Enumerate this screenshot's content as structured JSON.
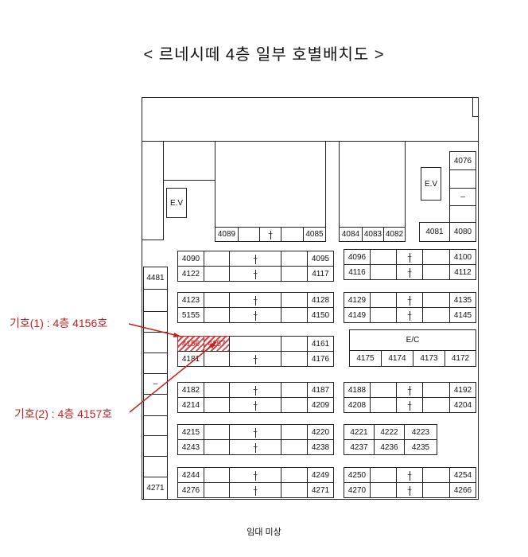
{
  "title": "< 르네시떼 4층 일부 호별배치도 >",
  "footer": "임대 미상",
  "annotations": [
    {
      "label": "기호(1) : 4층 4156호",
      "target": "4156"
    },
    {
      "label": "기호(2) : 4층 4157호",
      "target": "4157"
    }
  ],
  "colors": {
    "highlight": "#c8201e",
    "line": "#222222"
  },
  "elevators": [
    "E.V",
    "E.V"
  ],
  "escalator": "E/C",
  "top_units": {
    "block_a": [
      "4089",
      "",
      "~",
      "",
      "4085"
    ],
    "block_b": [
      "4084",
      "4083",
      "4082"
    ],
    "right_column": [
      "4076",
      "",
      "–",
      ""
    ],
    "right_bottom": [
      "4081",
      "4080"
    ]
  },
  "left_column": [
    "4481",
    "",
    "",
    "",
    "",
    "–",
    "",
    "",
    "",
    "",
    "4271"
  ],
  "blocks": [
    {
      "rows": [
        [
          "4090",
          "",
          "~",
          "",
          "4095"
        ],
        [
          "4122",
          "",
          "~",
          "",
          "4117"
        ]
      ]
    },
    {
      "rows": [
        [
          "4096",
          "",
          "~",
          "",
          "4100"
        ],
        [
          "4116",
          "",
          "~",
          "",
          "4112"
        ]
      ]
    },
    {
      "rows": [
        [
          "4123",
          "",
          "~",
          "",
          "4128"
        ],
        [
          "5155",
          "",
          "~",
          "",
          "4150"
        ]
      ]
    },
    {
      "rows": [
        [
          "4129",
          "",
          "~",
          "",
          "4135"
        ],
        [
          "4149",
          "",
          "~",
          "",
          "4145"
        ]
      ]
    },
    {
      "rows": [
        [
          "4156",
          "4157",
          "",
          "",
          "4161"
        ],
        [
          "4181",
          "",
          "~",
          "",
          "4176"
        ]
      ],
      "highlighted": [
        "4156",
        "4157"
      ]
    },
    {
      "rows": [
        [
          "4175",
          "4174",
          "4173",
          "4172"
        ]
      ]
    },
    {
      "rows": [
        [
          "4182",
          "",
          "~",
          "",
          "4187"
        ],
        [
          "4214",
          "",
          "~",
          "",
          "4209"
        ]
      ]
    },
    {
      "rows": [
        [
          "4188",
          "",
          "~",
          "",
          "4192"
        ],
        [
          "4208",
          "",
          "~",
          "",
          "4204"
        ]
      ]
    },
    {
      "rows": [
        [
          "4215",
          "",
          "~",
          "",
          "4220"
        ],
        [
          "4243",
          "",
          "~",
          "",
          "4238"
        ]
      ]
    },
    {
      "rows": [
        [
          "4221",
          "4222",
          "4223"
        ],
        [
          "4237",
          "4236",
          "4235"
        ]
      ]
    },
    {
      "rows": [
        [
          "4244",
          "",
          "~",
          "",
          "4249"
        ],
        [
          "4276",
          "",
          "~",
          "",
          "4271"
        ]
      ]
    },
    {
      "rows": [
        [
          "4250",
          "",
          "~",
          "",
          "4254"
        ],
        [
          "4270",
          "",
          "~",
          "",
          "4266"
        ]
      ]
    }
  ]
}
